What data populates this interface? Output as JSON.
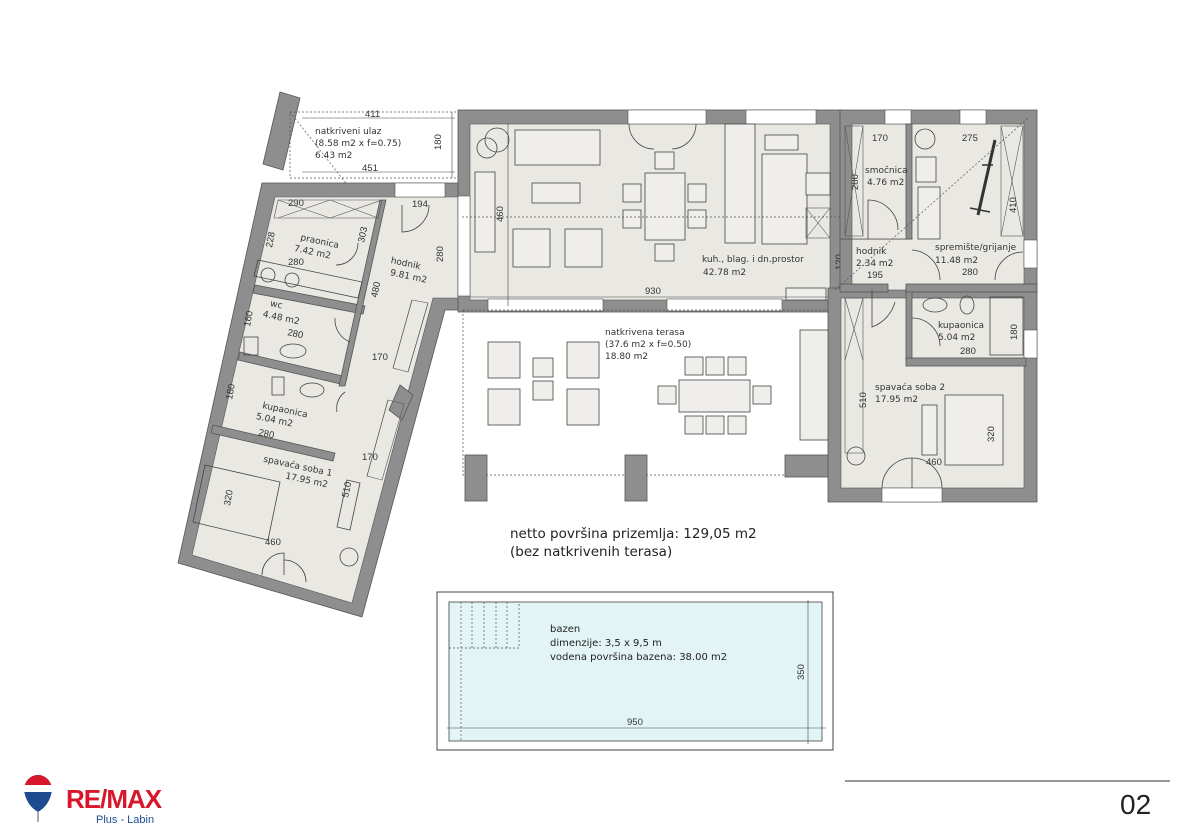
{
  "entrance": {
    "name": "natkriveni ulaz",
    "calc": "(8.58 m2 x f=0.75)",
    "area": "6.43 m2",
    "dims": [
      "411",
      "451",
      "180"
    ]
  },
  "laundry": {
    "name": "praonica",
    "area": "7.42 m2",
    "dims": [
      "290",
      "280",
      "228",
      "303"
    ]
  },
  "hall_left": {
    "name": "hodnik",
    "area": "9.81 m2",
    "dims": [
      "194",
      "280",
      "480",
      "170",
      "170"
    ]
  },
  "wc": {
    "name": "wc",
    "area": "4.48 m2",
    "dims": [
      "280",
      "160"
    ]
  },
  "bath1": {
    "name": "kupaonica",
    "area": "5.04 m2",
    "dims": [
      "280",
      "180"
    ]
  },
  "bedroom1": {
    "name": "spavaća soba 1",
    "area": "17.95 m2",
    "dims": [
      "320",
      "510",
      "460"
    ]
  },
  "living": {
    "name": "kuh., blag. i dn.prostor",
    "area": "42.78 m2",
    "dims": [
      "930",
      "460",
      "120"
    ]
  },
  "terrace": {
    "name": "natkrivena terasa",
    "calc": "(37.6 m2 x f=0.50)",
    "area": "18.80 m2"
  },
  "pantry": {
    "name": "smočnica",
    "area": "4.76 m2",
    "dims": [
      "170",
      "280"
    ]
  },
  "storage": {
    "name": "spremište/grijanje",
    "area": "11.48 m2",
    "dims": [
      "275",
      "410",
      "280"
    ]
  },
  "hall_right": {
    "name": "hodnik",
    "area": "2.34 m2",
    "dims": [
      "195"
    ]
  },
  "bath2": {
    "name": "kupaonica",
    "area": "5.04 m2",
    "dims": [
      "280",
      "180"
    ]
  },
  "bedroom2": {
    "name": "spavaća soba 2",
    "area": "17.95 m2",
    "dims": [
      "510",
      "320",
      "460"
    ]
  },
  "summary": {
    "line1": "netto površina prizemlja: 129,05 m2",
    "line2": "(bez natkrivenih terasa)"
  },
  "pool": {
    "name": "bazen",
    "size": "dimenzije: 3,5 x 9,5 m",
    "water_area": "vodena površina bazena: 38.00 m2",
    "dims": [
      "950",
      "350"
    ],
    "color": "#e2f4f5"
  },
  "footer": {
    "logo_text": "RE/MAX",
    "office": "Plus - Labin",
    "page_number": "02"
  },
  "colors": {
    "wall": "#8e8e8e",
    "floor": "#e9e8e3",
    "brand_red": "#d7182a",
    "brand_blue": "#1c4b8f"
  }
}
